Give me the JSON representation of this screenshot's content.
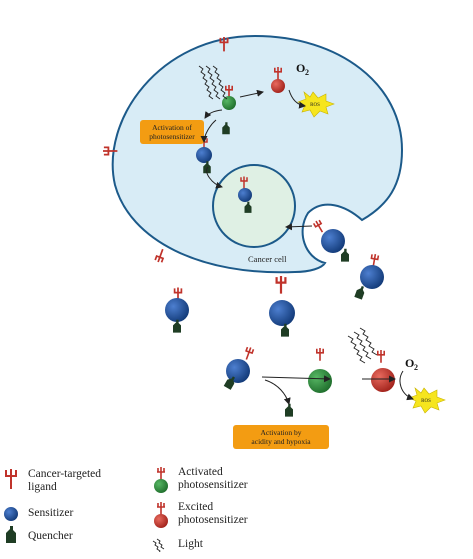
{
  "cell": {
    "label": "Cancer cell"
  },
  "callouts": {
    "activation_photosensitizer": [
      "Activation of",
      "photosensitizer"
    ],
    "activation_acidity": [
      "Activation by",
      "acidity and hypoxia"
    ]
  },
  "oxygen": {
    "label": "O",
    "subscript": "2"
  },
  "ros": {
    "label": "ROS"
  },
  "legend": {
    "ligand": [
      "Cancer-targeted",
      "ligand"
    ],
    "sensitizer": "Sensitizer",
    "quencher": "Quencher",
    "activated": [
      "Activated",
      "photosensitizer"
    ],
    "excited": [
      "Excited",
      "photosensitizer"
    ],
    "light": "Light"
  },
  "colors": {
    "cell_fill": "#d8ecf6",
    "cell_stroke": "#1c5a8a",
    "nucleus_fill": "#dff0e4",
    "sensitizer": "#1a4f9c",
    "activated": "#2e8b3e",
    "excited": "#c8342a",
    "ligand": "#c0332b",
    "quencher": "#1f3d24",
    "callout": "#f39c12",
    "ros": "#f6e51e"
  }
}
